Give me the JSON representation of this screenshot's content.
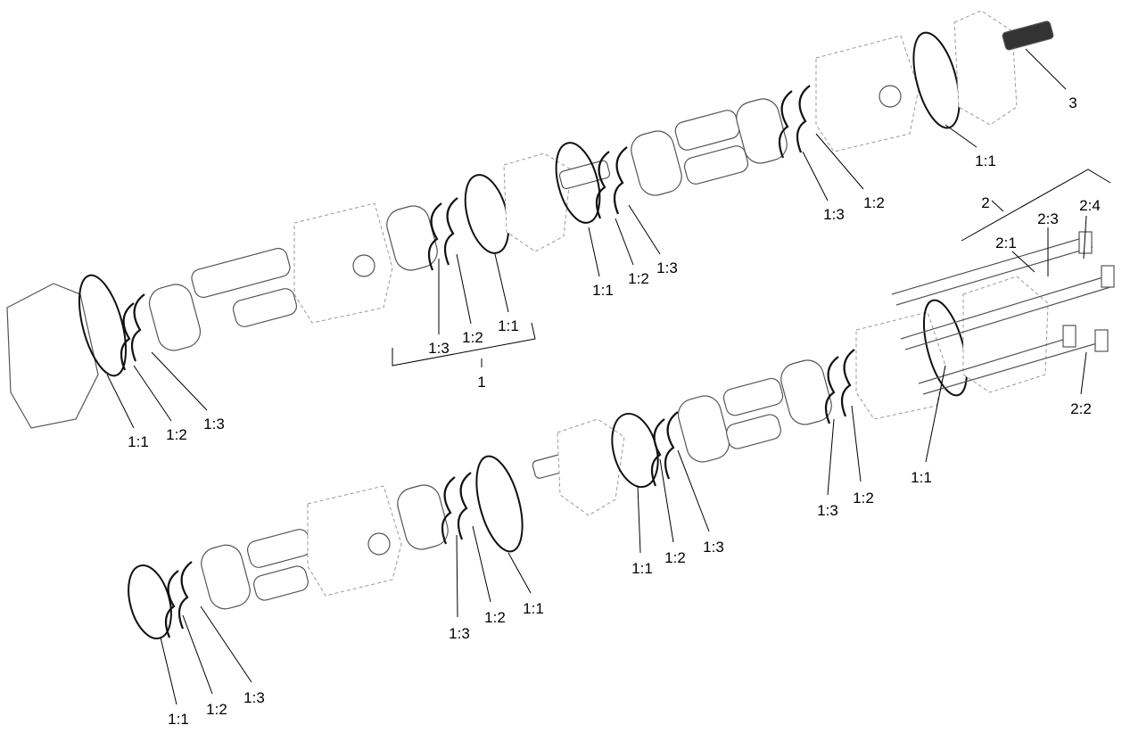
{
  "callouts": {
    "top": [
      "3",
      "1:1",
      "1:3",
      "1:2",
      "1:1",
      "1:2",
      "1:3",
      "1:3",
      "1:2",
      "1:1",
      "1",
      "1:1",
      "1:2",
      "1:3"
    ],
    "kit2": [
      "2",
      "2:1",
      "2:3",
      "2:4",
      "2:2"
    ],
    "bottom": [
      "1:1",
      "1:3",
      "1:2",
      "1:1",
      "1:2",
      "1:3",
      "1:3",
      "1:2",
      "1:1",
      "1:1",
      "1:2",
      "1:3"
    ]
  }
}
